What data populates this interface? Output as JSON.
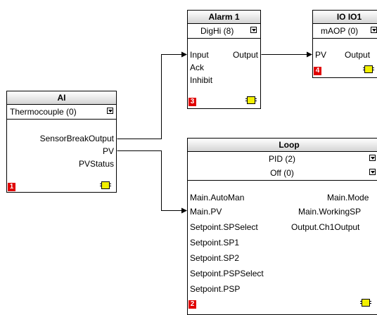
{
  "blocks": {
    "ai": {
      "title": "AI",
      "select": "Thermocouple (0)",
      "outputs": [
        "SensorBreakOutput",
        "PV",
        "PVStatus"
      ],
      "index": "1"
    },
    "alarm": {
      "title": "Alarm 1",
      "select": "DigHi (8)",
      "inputs": [
        "Input",
        "Ack",
        "Inhibit"
      ],
      "output": "Output",
      "index": "3"
    },
    "io": {
      "title": "IO IO1",
      "select": "mAOP (0)",
      "input": "PV",
      "output": "Output",
      "index": "4"
    },
    "loop": {
      "title": "Loop",
      "select1": "PID (2)",
      "select2": "Off (0)",
      "inputs": [
        "Main.AutoMan",
        "Main.PV",
        "Setpoint.SPSelect",
        "Setpoint.SP1",
        "Setpoint.SP2",
        "Setpoint.PSPSelect",
        "Setpoint.PSP"
      ],
      "outputs": [
        "Main.Mode",
        "Main.WorkingSP",
        "Output.Ch1Output"
      ],
      "index": "2"
    }
  },
  "colors": {
    "index_badge": "#e00000",
    "chip_icon": "#f2f000",
    "wire": "#000000"
  },
  "icons": [
    "dropdown-arrow-icon",
    "block-chip-icon",
    "arrowhead-icon"
  ]
}
